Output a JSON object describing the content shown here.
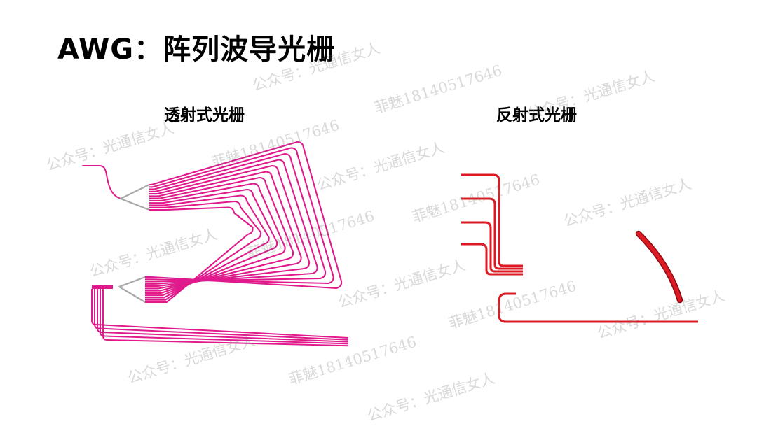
{
  "title": "AWG：阵列波导光栅",
  "diagram": {
    "transmissive_label": "透射式光栅",
    "reflective_label": "反射式光栅"
  },
  "watermarks": {
    "a": "公众号：光通信女人",
    "b": "菲魅18140517646"
  },
  "colors": {
    "transmissive": "#e01a8c",
    "reflective": "#dd1a24",
    "star_coupler": "#a8a8a8"
  }
}
